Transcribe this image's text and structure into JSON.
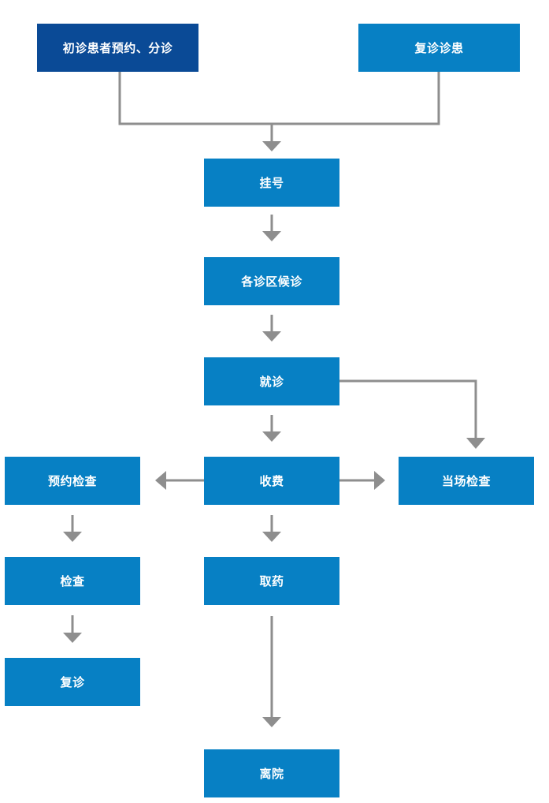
{
  "flowchart": {
    "nodes": {
      "first_visit": "初诊患者预约、分诊",
      "return_visit": "复诊诊患",
      "register": "挂号",
      "wait": "各诊区候诊",
      "consult": "就诊",
      "payment": "收费",
      "appointment_exam": "预约检查",
      "onsite_exam": "当场检查",
      "exam": "检查",
      "medicine": "取药",
      "revisit": "复诊",
      "discharge": "离院"
    },
    "colors": {
      "primary_box": "#0a4a96",
      "secondary_box": "#0780c4",
      "connector": "#8e8e8e"
    }
  }
}
